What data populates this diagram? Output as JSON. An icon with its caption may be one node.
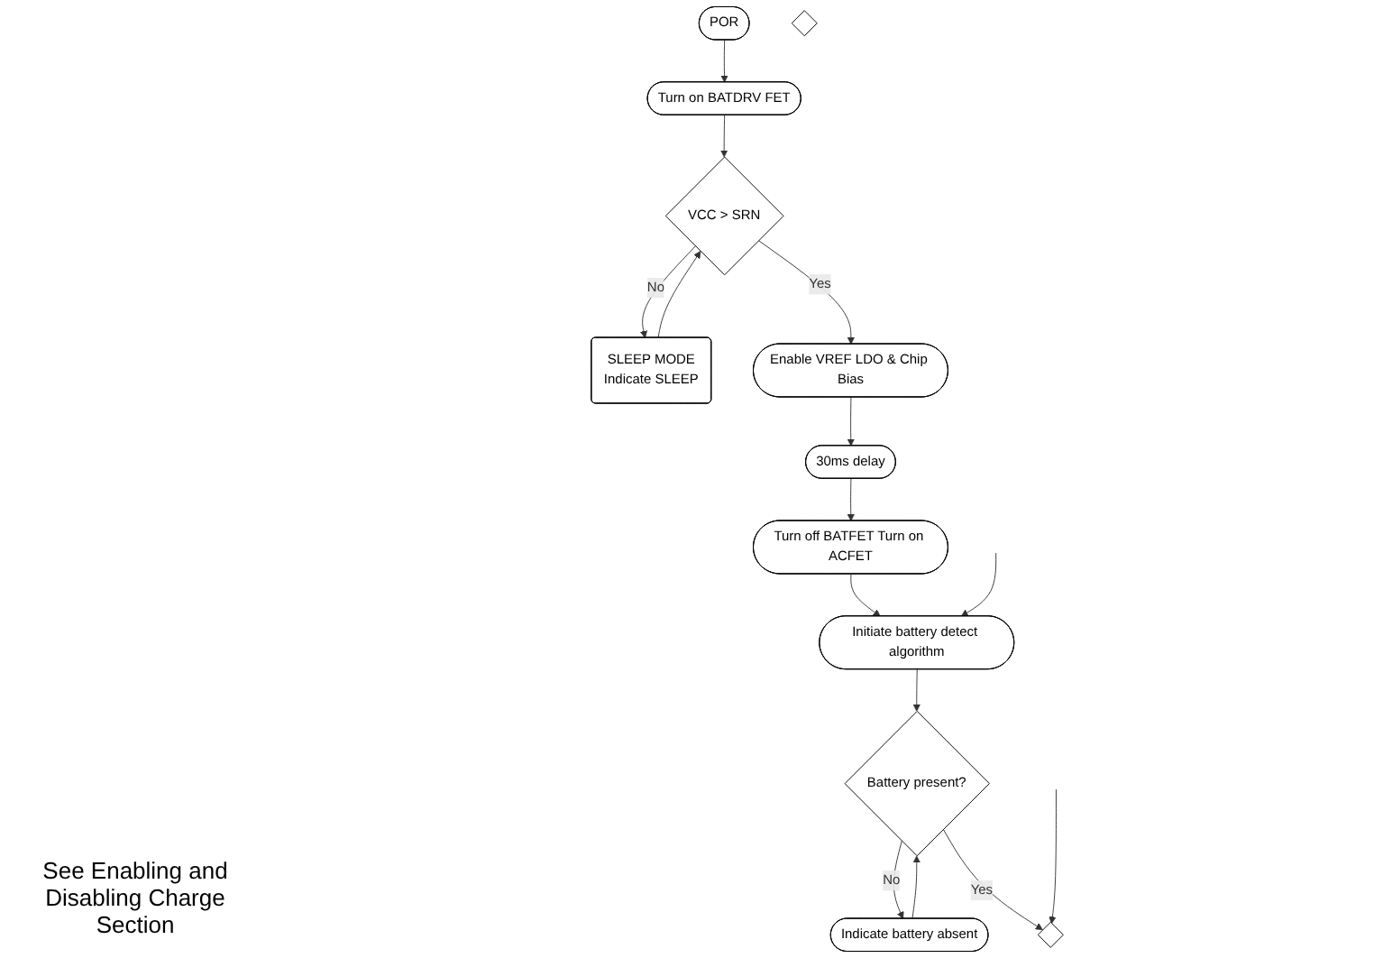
{
  "diagram": {
    "nodes": [
      {
        "text": [
          "POR"
        ]
      },
      {
        "text": [
          "Turn on BATDRV FET"
        ]
      },
      {
        "text": [
          "VCC > SRN"
        ]
      },
      {
        "text": [
          "SLEEP MODE",
          "Indicate SLEEP"
        ]
      },
      {
        "text": [
          "Enable VREF LDO & Chip Bias"
        ]
      },
      {
        "text": [
          "30ms delay"
        ]
      },
      {
        "text": [
          "Turn off BATFET Turn on ACFET"
        ]
      },
      {
        "text": [
          "Initiate battery detect algorithm"
        ]
      },
      {
        "text": [
          "Battery present?"
        ]
      },
      {
        "text": [
          "Indicate battery absent"
        ]
      },
      {
        "text": [],
        "shape": "diamond"
      },
      {
        "text": [],
        "shape": "diamond"
      }
    ],
    "edges": [
      {
        "from": 0,
        "to": 1,
        "arrow": "to"
      },
      {
        "from": 1,
        "to": 2,
        "arrow": "to"
      },
      {
        "from": 2,
        "to": 3,
        "label": "No",
        "arrow": "to"
      },
      {
        "from": 3,
        "to": 2,
        "arrow": "to"
      },
      {
        "from": 2,
        "to": 4,
        "label": "Yes",
        "arrow": "to"
      },
      {
        "from": 4,
        "to": 5,
        "arrow": "to"
      },
      {
        "from": 5,
        "to": 6,
        "arrow": "to"
      },
      {
        "from": 6,
        "to": 7,
        "arrow": "to"
      },
      {
        "from": null,
        "to": 7,
        "arrow": "to"
      },
      {
        "from": 7,
        "to": 8,
        "arrow": "to"
      },
      {
        "from": 8,
        "to": 9,
        "label": "No",
        "arrow": "to"
      },
      {
        "from": 9,
        "to": 8,
        "arrow": "to"
      },
      {
        "from": 8,
        "to": 10,
        "label": "Yes",
        "arrow": "to"
      },
      {
        "from": null,
        "to": 10,
        "arrow": "to"
      }
    ],
    "labels": [
      "See Enabling and Disabling Charge Section"
    ]
  }
}
